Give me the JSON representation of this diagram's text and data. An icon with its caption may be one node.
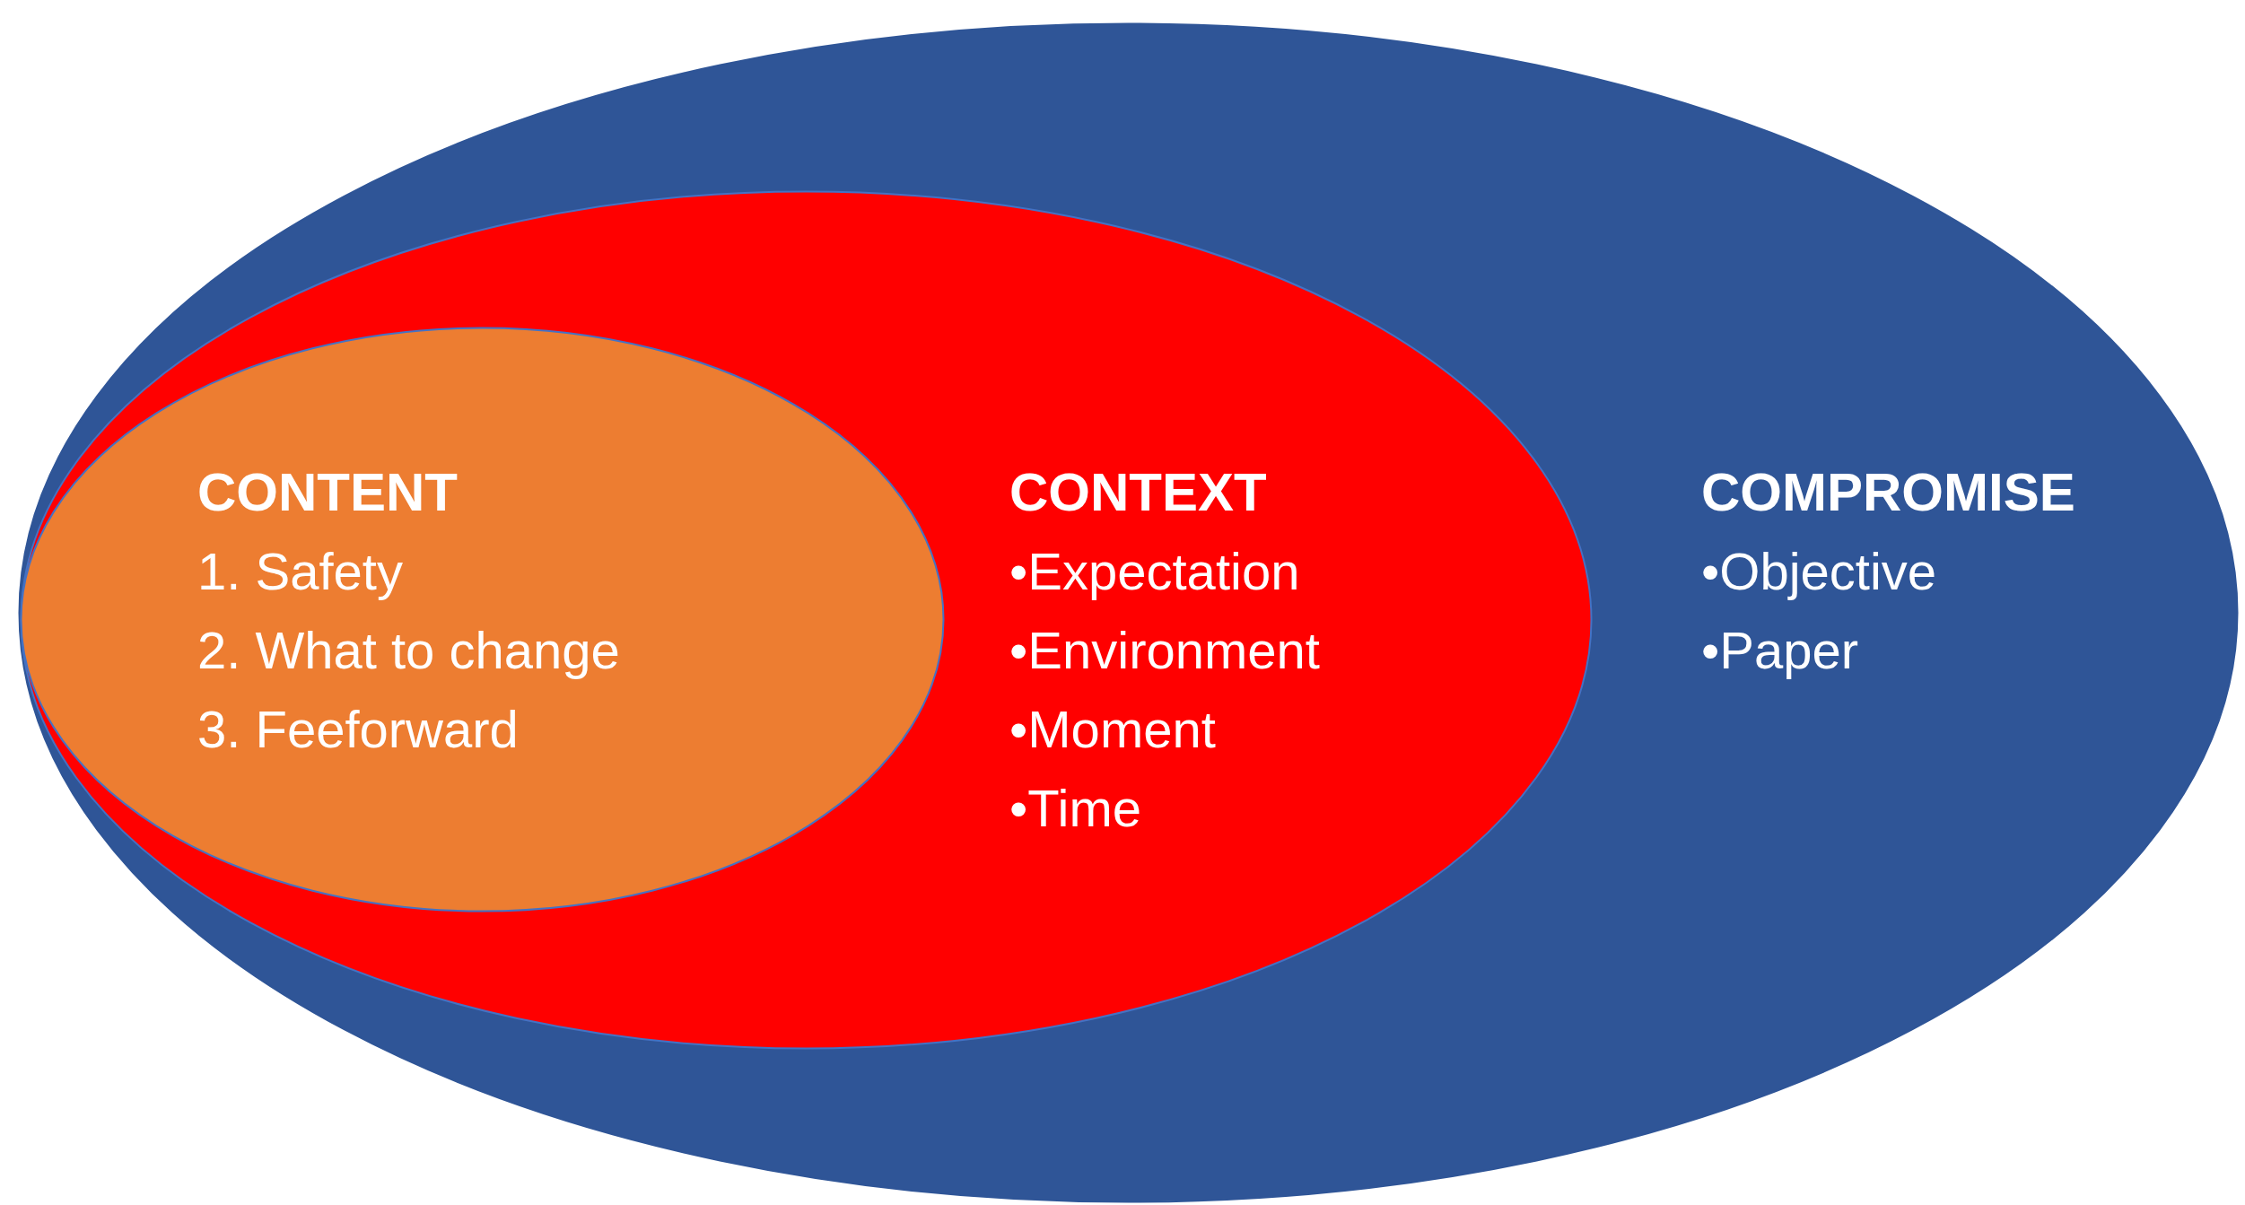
{
  "diagram": {
    "nodes": [
      {
        "text": [
          "COMPROMISE",
          "•Objective",
          "•Paper"
        ]
      },
      {
        "text": [
          "CONTEXT",
          "•Expectation",
          "•Environment",
          "•Moment",
          "•Time"
        ],
        "in": 0
      },
      {
        "text": [
          "CONTENT",
          "1. Safety",
          "2. What to change",
          "3. Feeforward"
        ],
        "in": 1
      }
    ]
  }
}
